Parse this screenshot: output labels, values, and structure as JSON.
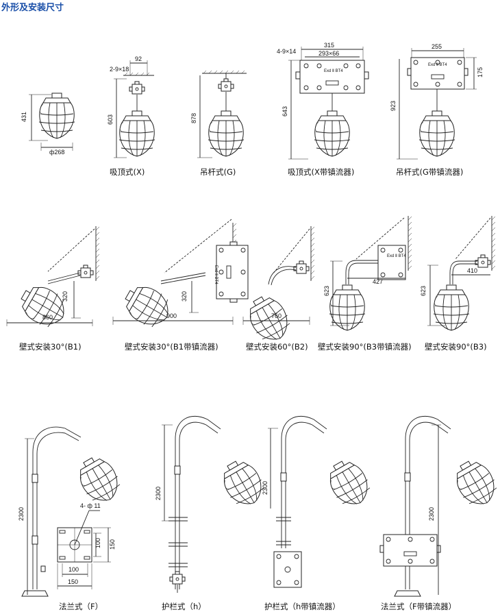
{
  "title": "外形及安装尺寸",
  "captions": {
    "x": "吸顶式(X)",
    "g": "吊杆式(G)",
    "x_ballast": "吸顶式(X带镇流器)",
    "g_ballast": "吊杆式(G带镇流器)",
    "b1": "壁式安装30°(B1)",
    "b1_ballast": "壁式安装30°(B1带镇流器)",
    "b2": "壁式安装60°(B2)",
    "b3_ballast": "壁式安装90°(B3带镇流器)",
    "b3": "壁式安装90°(B3)",
    "f": "法兰式（F）",
    "h": "护栏式（h）",
    "h_ballast": "护栏式（h带镇流器）",
    "f_ballast": "法兰式（F带镇流器）"
  },
  "dims": {
    "d431": "431",
    "d268": "ф268",
    "d92": "92",
    "d2x18": "2-9×18",
    "d603": "603",
    "d878": "878",
    "d315": "315",
    "d4x14": "4-9×14",
    "d293": "293×66",
    "d643": "643",
    "d255": "255",
    "d175": "175",
    "d923": "923",
    "d320a": "320",
    "d860": "860",
    "d320b": "320",
    "d900": "900",
    "d760": "760",
    "d427": "427",
    "d623a": "623",
    "d410": "410",
    "d623b": "623",
    "d2300a": "2300",
    "d4x11": "4- ф 11",
    "d100a": "100",
    "d150a": "150",
    "d100b": "100",
    "d150b": "150",
    "d2300b": "2300",
    "d2300c": "2300",
    "d2300d": "2300"
  },
  "box_text": "Exd Ⅱ BT4"
}
